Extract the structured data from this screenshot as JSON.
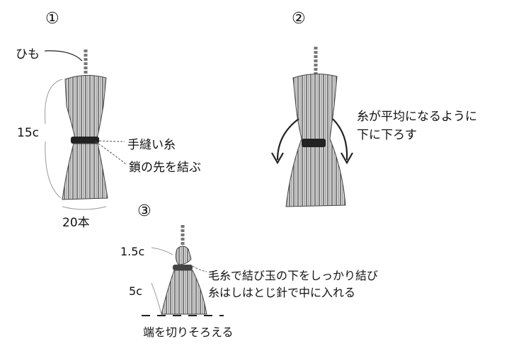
{
  "steps": {
    "s1": "①",
    "s2": "②",
    "s3": "③"
  },
  "step1": {
    "cord": "ひも",
    "length": "15c",
    "thread": "手縫い糸",
    "chain": "鎖の先を結ぶ",
    "count": "20本"
  },
  "step2": {
    "line1": "糸が平均になるように",
    "line2": "下に下ろす"
  },
  "step3": {
    "head": "1.5c",
    "body": "5c",
    "line1": "毛糸で結び玉の下をしっかり結び",
    "line2": "糸はしはとじ針で中に入れる",
    "trim": "端を切りそろえる"
  }
}
